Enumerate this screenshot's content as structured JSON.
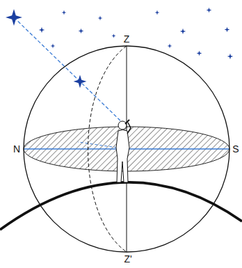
{
  "diagram": {
    "labels": [
      "Z",
      "N",
      "S",
      "Z'"
    ]
  }
}
